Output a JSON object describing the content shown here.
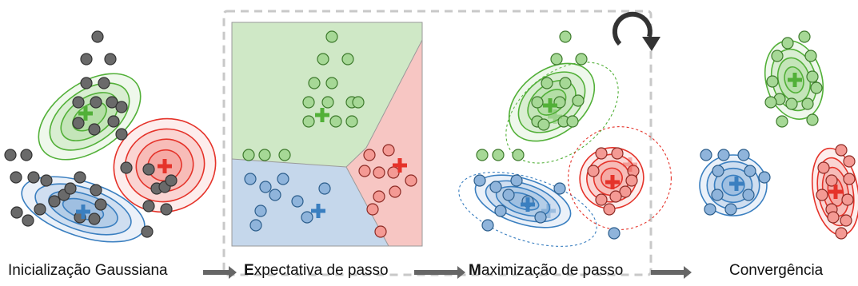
{
  "colors": {
    "green": "#52b038",
    "green_fill": "#a6d896",
    "red": "#e5332a",
    "red_fill": "#f49a94",
    "blue": "#3a7fc0",
    "blue_fill": "#8fb4db",
    "gray_point": "#6a6a6a",
    "arrow": "#666666",
    "dashed_frame": "#c8c8c8",
    "region_green": "#cfe8c6",
    "region_blue": "#c5d7eb",
    "region_red": "#f7c6c3"
  },
  "icons": {
    "loop": "clockwise-loop-arrow-icon",
    "step_arrow": "right-arrow-icon",
    "center_marker": "plus-icon"
  },
  "steps": [
    {
      "label": "Inicialização Gaussiana",
      "initial": "",
      "rest": "Inicialização Gaussiana"
    },
    {
      "label": "Expectativa de passo",
      "initial": "E",
      "rest": "xpectativa de passo"
    },
    {
      "label": "Maximização de passo",
      "initial": "M",
      "rest": "aximização de passo"
    },
    {
      "label": "Convergência",
      "initial": "",
      "rest": "Convergência"
    }
  ]
}
